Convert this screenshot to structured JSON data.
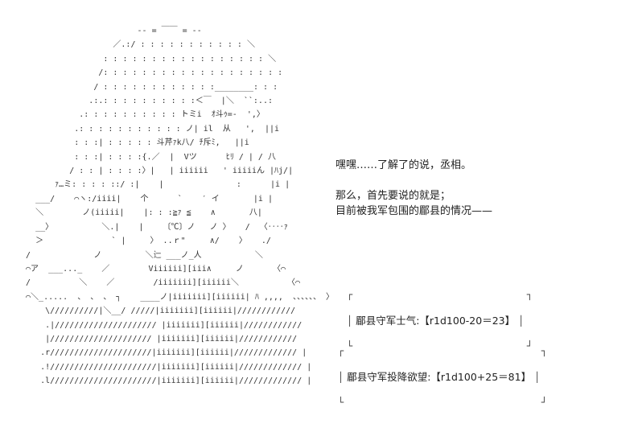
{
  "art": {
    "lines": [
      "                         -- = ￣￣ = --",
      "                    ／.:/ : : : : : : : : : : : ＼",
      "                  : : : : : : : : : : : : : : : : : ＼",
      "                 /: : : : : : : : : : : : : : : : : : :",
      "                / : : : : : : : : : : : :________: : :",
      "               .:.: : : : : : : : : :＜￣  |＼  ``:..:",
      "             .: : : : : : : : : : トミi  ｵ斗ｩ=-  ',〉",
      "            .: : : : : : : : : : : ノ| il  从   ',  ||i",
      "            : : :| : : : : : 斗芹ｧk八/ ﾁ斥ﾐ,   ||i",
      "            : : :| : : : :{.／  |  Vツ      ﾋﾘ / | / 八",
      "           / : : | : : : :〉|   | iiiiii   ' iiiiiん |ﾊj/|",
      "        ｧ…ミ: : : : ::/ :|    |               :      |i |",
      "    ___/    ⌒ヽ:/iiii|    个      `    ′ イ       |i |",
      "    ＼        ノ(iiiii|    |: : :≧ｧ ≦    ∧       八|",
      "    __〉          ＼.|    |    〔℃〕ノ   ノ 〉   /  〈‥‥ｧ",
      "    ＞              ` |     〉 ..ｒ\"     ∧/    〉   ./",
      "  /             ノ         ＼辷 ___ノ_人           ＼",
      "  ⌒ア  ___..._    ／        Viiiiii][iii∧     ノ      〈⌒",
      "  /          ＼    ／        /iiiiiii][iiiiii＼          〈⌒",
      "  ⌒＼_.....  、 、 、 ┐    ____ノ|iiiiiii][iiiiii| ﾊ ,,,,  、、、、、、 〉",
      "      \\//////////|＼__/ /////|iiiiiii][iiiiii|////////////",
      "      .|///////////////////// |iiiiiii][iiiiii|////////////",
      "      |///////////////////// |iiiiiii][iiiiii|////////////",
      "     .r/////////////////////|iiiiiii][iiiiii|///////////// |",
      "     .!//////////////////////|iiiiiii][iiiiii|///////////// |",
      "     .l//////////////////////|iiiiiii][iiiiii|///////////// |"
    ]
  },
  "dialog": {
    "line1": "嘿嘿……了解了的说，丞相。",
    "line2": "那么，首先要说的就是；",
    "line3": "目前被我军包围的郿县的情况——"
  },
  "stats": {
    "morale": "郿县守军士气:【r1d100-20＝23】",
    "surrender": "郿县守军投降欲望:【r1d100+25＝81】"
  }
}
